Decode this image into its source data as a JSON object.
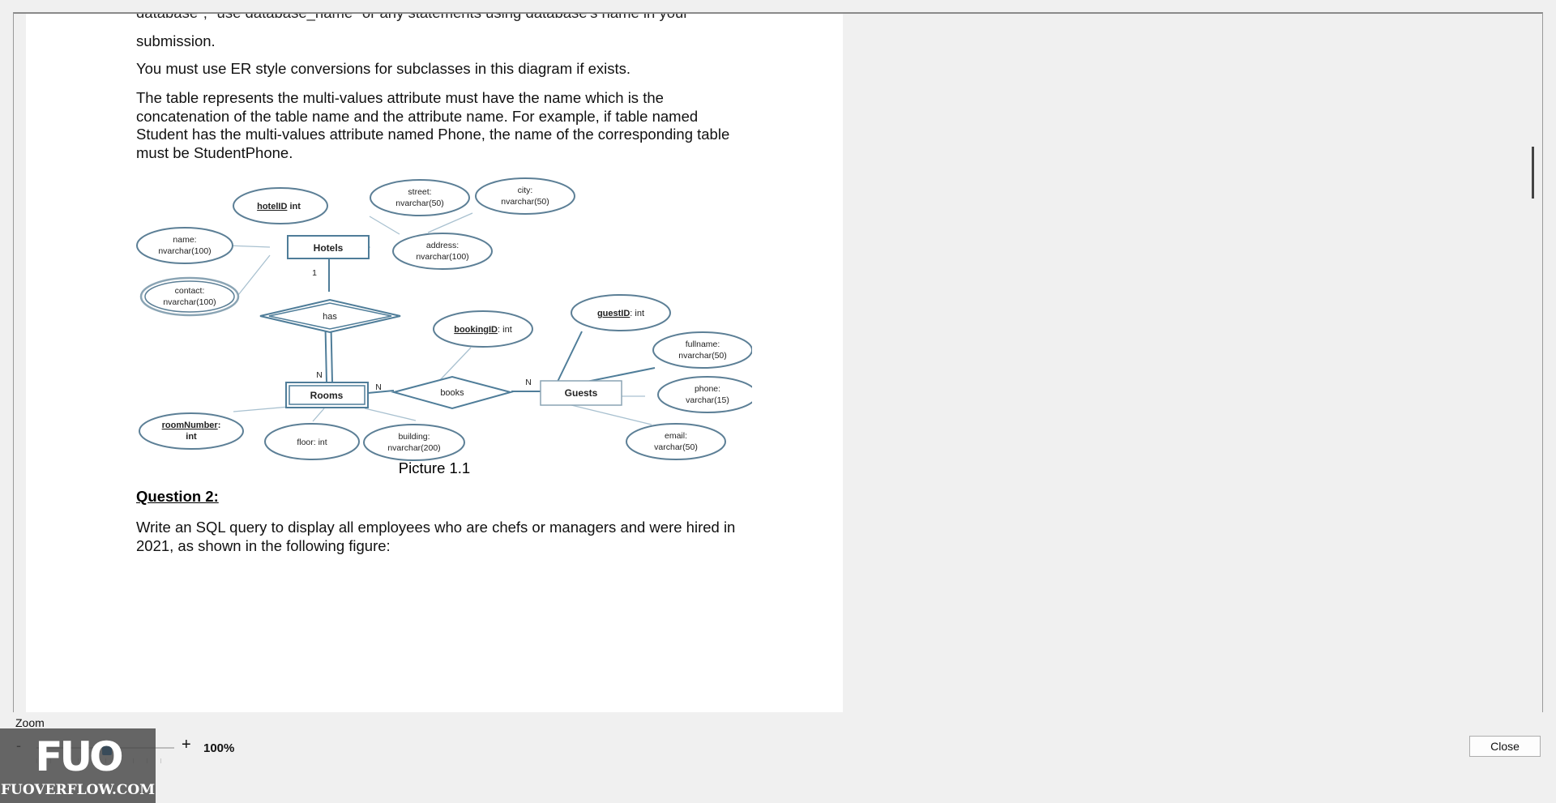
{
  "document": {
    "cut_line": "database\"; \"use database_name\" or any statements using database's name in your",
    "paragraphs": [
      "submission.",
      "You must use ER style conversions for subclasses in this diagram if exists.",
      "The table represents the multi-values attribute must have the name which is the concatenation of the table name and the attribute name. For example, if table named Student has the multi-values attribute named Phone, the name of the corresponding table must be StudentPhone."
    ],
    "caption": "Picture 1.1",
    "question_heading": "Question 2:",
    "question_text": "Write an SQL query to display all employees who are chefs or managers and were hired in 2021, as shown in the following figure:"
  },
  "er_diagram": {
    "entities": {
      "hotels": "Hotels",
      "rooms": "Rooms",
      "guests": "Guests"
    },
    "relationships": {
      "has": "has",
      "books": "books"
    },
    "cardinalities": {
      "hotels_has": "1",
      "rooms_has": "N",
      "rooms_books": "N",
      "guests_books": "N"
    },
    "attributes": {
      "hotel_id_key": "hotelID",
      "hotel_id_type": " int",
      "street_1": "street:",
      "street_2": "nvarchar(50)",
      "city_1": "city:",
      "city_2": "nvarchar(50)",
      "name_1": "name:",
      "name_2": "nvarchar(100)",
      "address_1": "address:",
      "address_2": "nvarchar(100)",
      "contact_1": "contact:",
      "contact_2": "nvarchar(100)",
      "booking_id_key": "bookingID",
      "booking_id_type": ": int",
      "guest_id_key": "guestID",
      "guest_id_type": ": int",
      "fullname_1": "fullname:",
      "fullname_2": "nvarchar(50)",
      "phone_1": "phone:",
      "phone_2": "varchar(15)",
      "email_1": "email:",
      "email_2": "varchar(50)",
      "room_number_key": "roomNumber",
      "room_number_colon": ":",
      "room_number_type": "int",
      "floor": "floor: int",
      "building_1": "building:",
      "building_2": "nvarchar(200)"
    }
  },
  "zoom": {
    "label": "Zoom",
    "minus": "-",
    "plus": "+",
    "value": "100%",
    "level_percent": 100
  },
  "buttons": {
    "close": "Close"
  },
  "watermark": {
    "logo": "FUO",
    "site": "FUOVERFLOW.COM"
  }
}
